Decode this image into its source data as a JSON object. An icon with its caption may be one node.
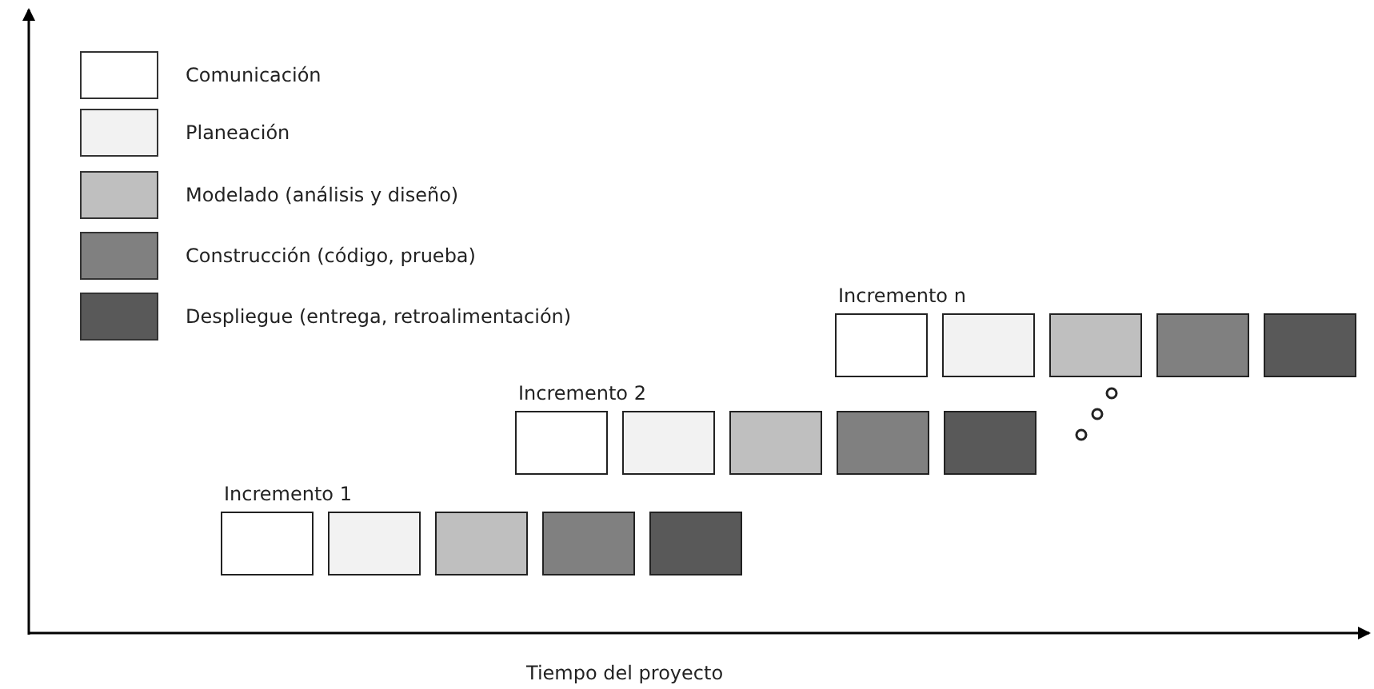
{
  "diagram": {
    "labels": [
      "Incremento n",
      "Incremento 2",
      "Incremento 1",
      "Tiempo del proyecto"
    ],
    "legend": [
      {
        "text": "Comunicación",
        "color": "#ffffff"
      },
      {
        "text": "Planeación",
        "color": "#f2f2f2"
      },
      {
        "text": "Modelado (análisis y diseño)",
        "color": "#bfbfbf"
      },
      {
        "text": "Construcción (código, prueba)",
        "color": "#808080"
      },
      {
        "text": "Despliegue (entrega, retroalimentación)",
        "color": "#595959"
      }
    ]
  }
}
